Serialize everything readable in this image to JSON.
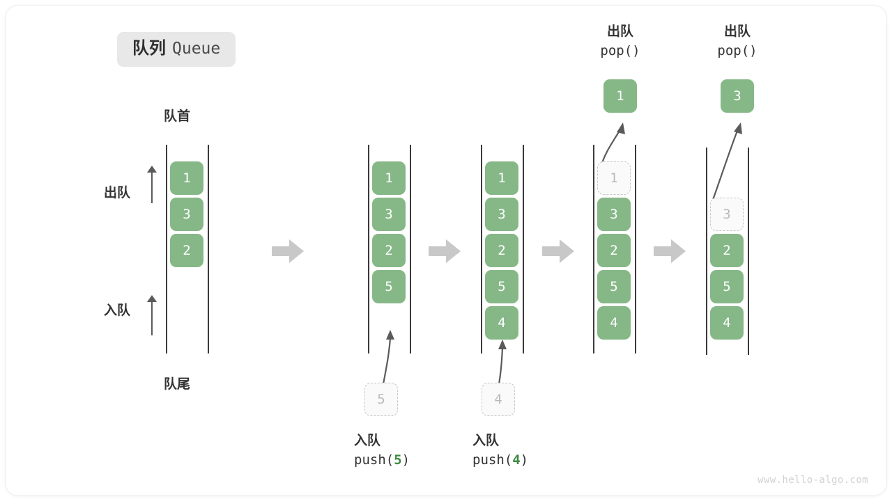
{
  "figure": {
    "title_cn": "队列",
    "title_en": "Queue",
    "watermark": "www.hello-algo.com",
    "accent_green": "#86b887",
    "accent_green_text": "#3e8a40",
    "ghost_border": "#c6c6c6",
    "rail_color": "#3a3a3a",
    "block_arrow_color": "#c8c8c8",
    "chip_bg": "#e8e8e8"
  },
  "labels": {
    "front": "队首",
    "rear": "队尾",
    "dequeue": "出队",
    "enqueue": "入队"
  },
  "stages": [
    {
      "id": "initial",
      "cells": [
        "1",
        "3",
        "2"
      ],
      "ghost_index": null,
      "caption_cn": null,
      "caption_code": null,
      "caption_arg": null,
      "popped": null
    },
    {
      "id": "push-5",
      "cells": [
        "1",
        "3",
        "2",
        "5"
      ],
      "ghost_index": null,
      "incoming_value": "5",
      "caption_cn": "入队",
      "caption_code_prefix": "push(",
      "caption_arg": "5",
      "caption_code_suffix": ")",
      "popped": null
    },
    {
      "id": "push-4",
      "cells": [
        "1",
        "3",
        "2",
        "5",
        "4"
      ],
      "ghost_index": null,
      "incoming_value": "4",
      "caption_cn": "入队",
      "caption_code_prefix": "push(",
      "caption_arg": "4",
      "caption_code_suffix": ")",
      "popped": null
    },
    {
      "id": "pop-1",
      "cells": [
        "1",
        "3",
        "2",
        "5",
        "4"
      ],
      "ghost_index": 0,
      "caption_cn": "出队",
      "caption_code": "pop()",
      "popped": "1"
    },
    {
      "id": "pop-3",
      "cells": [
        "3",
        "2",
        "5",
        "4"
      ],
      "ghost_index": 0,
      "caption_cn": "出队",
      "caption_code": "pop()",
      "popped": "3"
    }
  ],
  "icons": {
    "stage_arrow": "right-block-arrow",
    "dequeue_arrow": "up-arrow",
    "enqueue_arrow": "up-arrow",
    "push_arrow": "curved-up-arrow",
    "pop_arrow": "curved-up-arrow"
  }
}
